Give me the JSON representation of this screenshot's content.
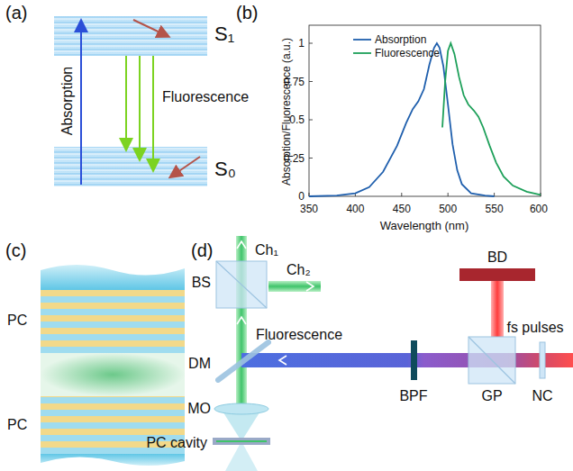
{
  "diagram": {
    "labels": [
      "(a)",
      "S₁",
      "Absorption",
      "Fluorescence",
      "S₀",
      "(b)",
      "Absorption/Fluorescence (a.u.)",
      "1",
      "0.75",
      "0.5",
      "0.25",
      "0",
      "350",
      "400",
      "450",
      "500",
      "550",
      "600",
      "Wavelength (nm)",
      "(c)",
      "PC",
      "PC",
      "(d)",
      "Ch₁",
      "BS",
      "Ch₂",
      "BD",
      "Fluorescence",
      "DM",
      "fs pulses",
      "BPF",
      "GP",
      "NC",
      "MO",
      "PC cavity"
    ],
    "legend": [
      {
        "text": "Absorption"
      },
      {
        "text": "Fluorescence"
      }
    ]
  }
}
